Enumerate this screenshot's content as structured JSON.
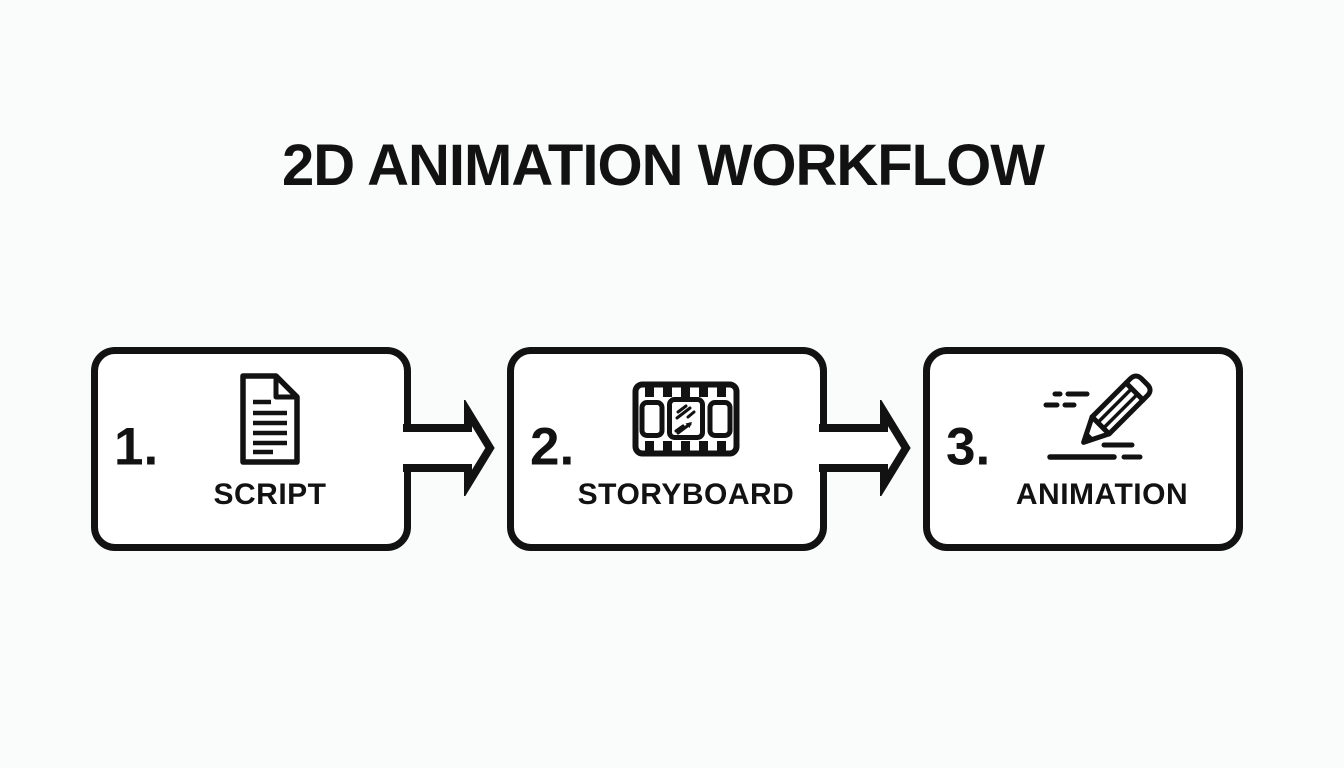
{
  "title": "2D ANIMATION WORKFLOW",
  "colors": {
    "ink": "#121212",
    "background": "#fafcfc",
    "box_fill": "#ffffff"
  },
  "steps": [
    {
      "number": "1.",
      "label": "SCRIPT",
      "icon": "script-document-icon"
    },
    {
      "number": "2.",
      "label": "STORYBOARD",
      "icon": "film-strip-icon"
    },
    {
      "number": "3.",
      "label": "ANIMATION",
      "icon": "pencil-drawing-icon"
    }
  ],
  "connectors": [
    {
      "type": "arrow-right",
      "from": "SCRIPT",
      "to": "STORYBOARD"
    },
    {
      "type": "arrow-right",
      "from": "STORYBOARD",
      "to": "ANIMATION"
    }
  ]
}
